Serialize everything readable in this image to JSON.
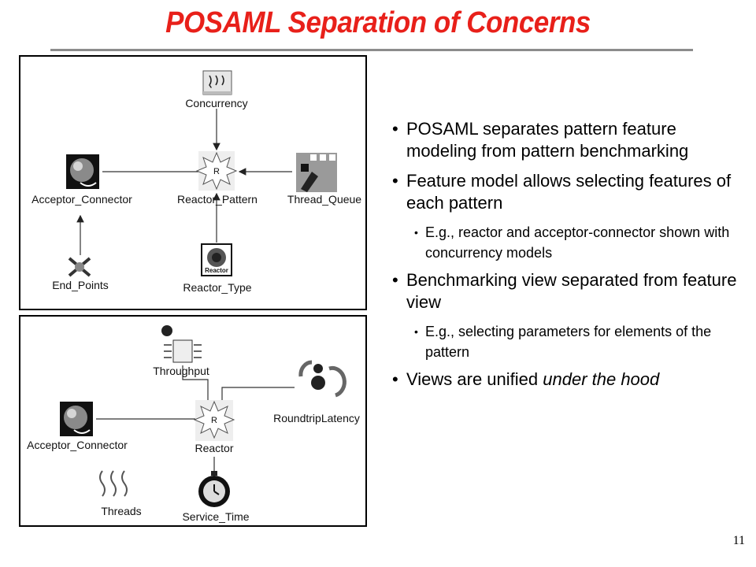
{
  "slide": {
    "title": "POSAML Separation of Concerns",
    "page_number": "11",
    "title_color": "#e8201a"
  },
  "feature_model": {
    "labels": {
      "concurrency": "Concurrency",
      "acceptor_connector": "Acceptor_Connector",
      "reactor_pattern": "Reactor_Pattern",
      "thread_queue": "Thread_Queue",
      "end_points": "End_Points",
      "reactor_type": "Reactor_Type",
      "reactor_glyph": "R",
      "reactor_type_logo": "Reactor"
    }
  },
  "benchmark_model": {
    "labels": {
      "throughput": "Throughput",
      "acceptor_connector": "Acceptor_Connector",
      "reactor": "Reactor",
      "roundtrip_latency": "RoundtripLatency",
      "threads": "Threads",
      "service_time": "Service_Time",
      "reactor_glyph": "R"
    }
  },
  "bullets": [
    {
      "level": 1,
      "text": "POSAML separates pattern feature modeling from pattern benchmarking"
    },
    {
      "level": 1,
      "text": "Feature model allows selecting features of each pattern"
    },
    {
      "level": 2,
      "text": "E.g., reactor and acceptor-connector shown with concurrency models"
    },
    {
      "level": 1,
      "text": "Benchmarking view separated from feature view"
    },
    {
      "level": 2,
      "text": "E.g., selecting parameters for elements of the pattern"
    },
    {
      "level": 1,
      "text_plain": "Views are unified ",
      "text_emphasis": "under the hood"
    }
  ]
}
